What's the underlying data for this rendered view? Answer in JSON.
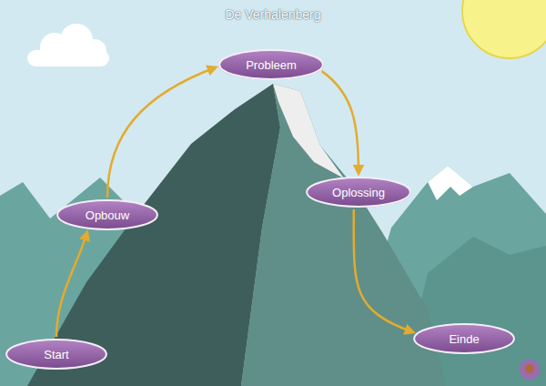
{
  "diagram": {
    "title": "De Verhalenberg",
    "nodes": [
      {
        "text": [
          "Start"
        ]
      },
      {
        "text": [
          "Opbouw"
        ]
      },
      {
        "text": [
          "Probleem"
        ]
      },
      {
        "text": [
          "Oplossing"
        ]
      },
      {
        "text": [
          "Einde"
        ]
      }
    ],
    "edges": [
      {
        "from": 0,
        "to": 1,
        "arrow": "to"
      },
      {
        "from": 1,
        "to": 2,
        "arrow": "to"
      },
      {
        "from": 2,
        "to": 3,
        "arrow": "to"
      },
      {
        "from": 3,
        "to": 4,
        "arrow": "to"
      }
    ]
  }
}
